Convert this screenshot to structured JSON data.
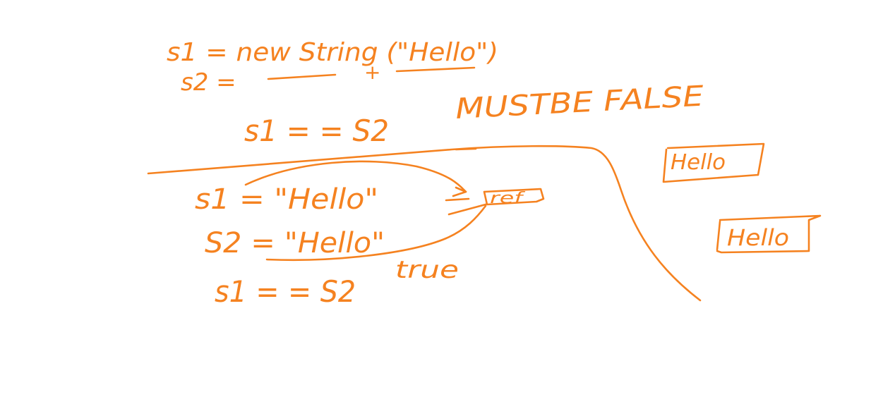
{
  "whiteboard": {
    "ink_color": "#f58220",
    "background": "#ffffff",
    "lines": {
      "s1_new_string": "s1 = new String (\"Hello\")",
      "s2_assign": "s2 =",
      "s2_plus": "+",
      "compare_1": "s1 = = S2",
      "result_false": "MUSTBE FALSE",
      "s1_literal": "s1 = \"Hello\"",
      "s2_literal": "S2 = \"Hello\"",
      "compare_2": "s1 = = S2",
      "result_true": "true"
    },
    "boxes": {
      "ref_box": "ref",
      "hello_box_top": "Hello",
      "hello_box_bottom": "Hello"
    }
  }
}
